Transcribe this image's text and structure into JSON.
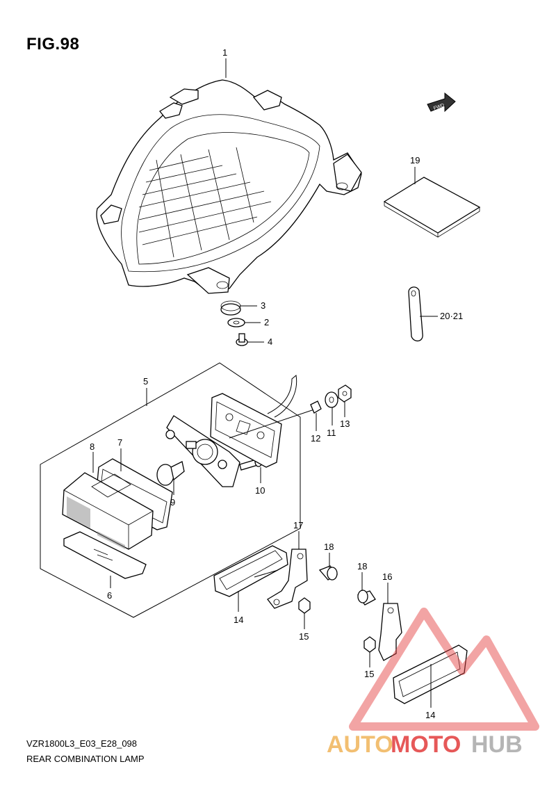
{
  "figure": {
    "title": "FIG.98"
  },
  "footer": {
    "code": "VZR1800L3_E03_E28_098",
    "title": "REAR COMBINATION LAMP"
  },
  "fwd_label": "FWD",
  "parts": {
    "p1": "1",
    "p2": "2",
    "p3": "3",
    "p4": "4",
    "p5": "5",
    "p6": "6",
    "p7": "7",
    "p8": "8",
    "p9": "9",
    "p10": "10",
    "p11": "11",
    "p12": "12",
    "p13": "13",
    "p14a": "14",
    "p14b": "14",
    "p15a": "15",
    "p15b": "15",
    "p16": "16",
    "p17": "17",
    "p18a": "18",
    "p18b": "18",
    "p19": "19",
    "p2021": "20·21"
  },
  "watermark": {
    "part1": "AUTO",
    "part2": "MOTO",
    "part3": "HUB",
    "color_orange": "#f0b45a",
    "color_red": "#e23c3c",
    "color_gray": "#a9a9a9"
  }
}
